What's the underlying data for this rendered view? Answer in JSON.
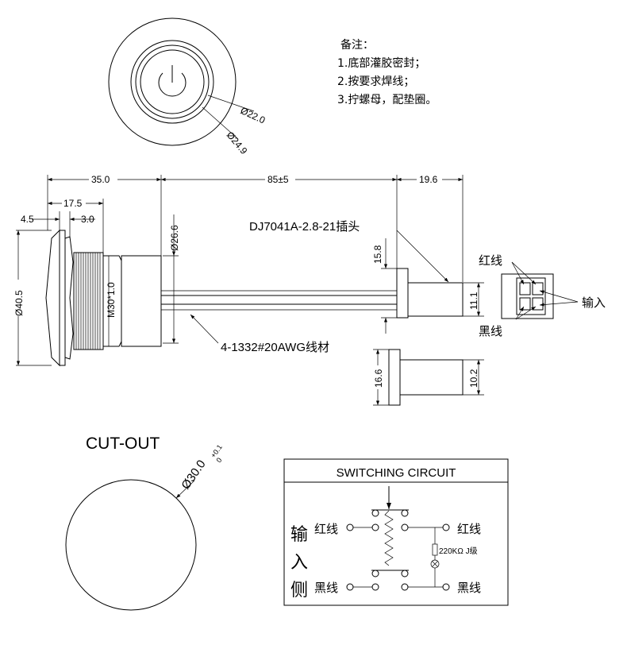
{
  "notes": {
    "title": "备注：",
    "items": [
      "1.底部灌胶密封；",
      "2.按要求焊线；",
      "3.拧螺母，配垫圈。"
    ]
  },
  "top_view": {
    "dia_inner": "Ø22.0",
    "dia_outer": "Ø24.9"
  },
  "side_view": {
    "dim_35": "35.0",
    "dim_85": "85±5",
    "dim_19": "19.6",
    "dim_17": "17.5",
    "dim_4": "4.5",
    "dim_3": "3.0",
    "dim_26": "Ø26.6",
    "dim_40": "Ø40.5",
    "thread": "M30*1.0",
    "connector_label": "DJ7041A-2.8-21插头",
    "wire_label": "4-1332#20AWG线材",
    "dim_15": "15.8",
    "dim_11": "11.1",
    "dim_16": "16.6",
    "dim_10": "10.2"
  },
  "connector_end": {
    "red": "红线",
    "black": "黑线",
    "input": "输入"
  },
  "cutout": {
    "title": "CUT-OUT",
    "dia": "Ø30.0",
    "tol_upper": "+0.1",
    "tol_lower": "0"
  },
  "circuit": {
    "title": "SWITCHING CIRCUIT",
    "side_chars": [
      "输",
      "入",
      "侧"
    ],
    "left_red": "红线",
    "left_black": "黑线",
    "right_red": "红线",
    "right_black": "黑线",
    "resistor": "220KΩ J级"
  }
}
